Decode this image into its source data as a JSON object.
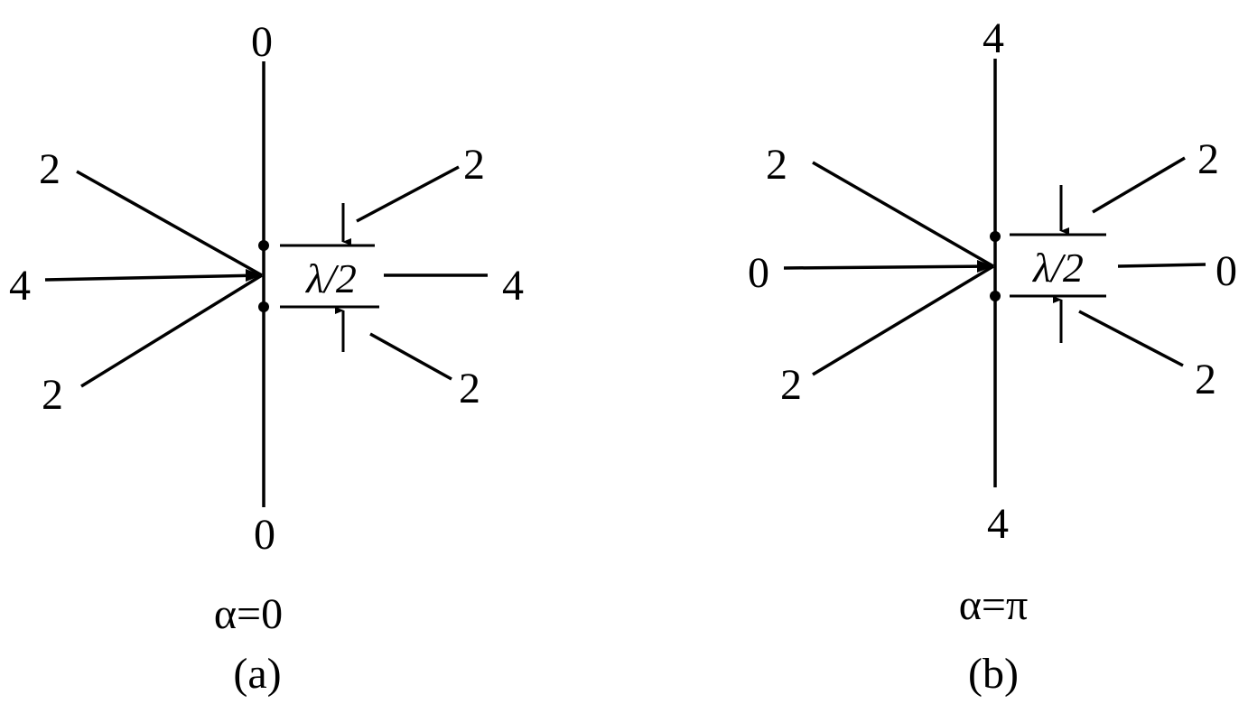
{
  "panels": [
    {
      "caption": "(a)",
      "condition": "α=0",
      "labels": {
        "top": "0",
        "bottom": "0",
        "left_upper": "2",
        "left_middle": "4",
        "left_lower": "2",
        "right_upper": "2",
        "right_middle": "4",
        "right_lower": "2"
      },
      "spacing": "λ/2"
    },
    {
      "caption": "(b)",
      "condition": "α=π",
      "labels": {
        "top": "4",
        "bottom": "4",
        "left_upper": "2",
        "left_middle": "0",
        "left_lower": "2",
        "right_upper": "2",
        "right_middle": "0",
        "right_lower": "2"
      },
      "spacing": "λ/2"
    }
  ]
}
